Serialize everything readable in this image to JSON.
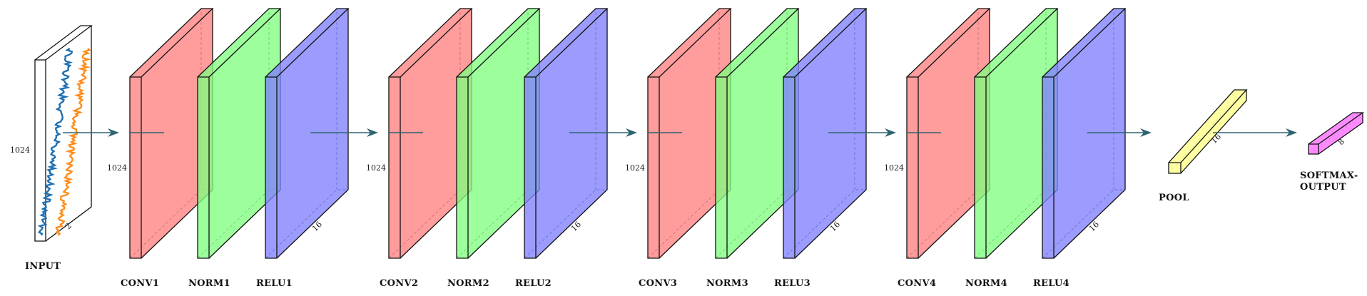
{
  "colors": {
    "conv": "#ff8080",
    "norm": "#80ff80",
    "relu": "#8080ff",
    "pool": "#ffff99",
    "softmax": "#ff80ff",
    "arrow": "#2e6470",
    "signal_a": "#1f6fb0",
    "signal_b": "#ff8c1a"
  },
  "input": {
    "label": "INPUT",
    "height_label": "1024",
    "depth_label": "2"
  },
  "blocks": [
    {
      "conv": "CONV1",
      "norm": "NORM1",
      "relu": "RELU1",
      "height_label": "1024",
      "depth_label": "16"
    },
    {
      "conv": "CONV2",
      "norm": "NORM2",
      "relu": "RELU2",
      "height_label": "1024",
      "depth_label": "16"
    },
    {
      "conv": "CONV3",
      "norm": "NORM3",
      "relu": "RELU3",
      "height_label": "1024",
      "depth_label": "16"
    },
    {
      "conv": "CONV4",
      "norm": "NORM4",
      "relu": "RELU4",
      "height_label": "1024",
      "depth_label": "16"
    }
  ],
  "pool": {
    "label": "POOL",
    "depth_label": "16"
  },
  "output": {
    "label_line1": "SOFTMAX-",
    "label_line2": "OUTPUT",
    "depth_label": "8"
  }
}
